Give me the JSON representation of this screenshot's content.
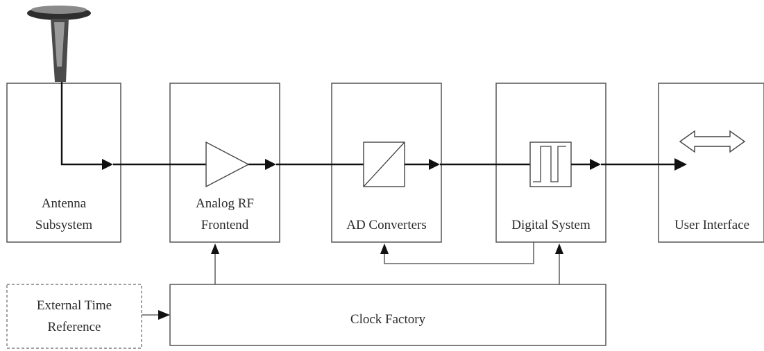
{
  "blocks": {
    "antenna": {
      "line1": "Antenna",
      "line2": "Subsystem"
    },
    "rf": {
      "line1": "Analog RF",
      "line2": "Frontend"
    },
    "adc": {
      "label": "AD Converters"
    },
    "digital": {
      "label": "Digital System"
    },
    "ui": {
      "label": "User Interface"
    },
    "clock": {
      "label": "Clock Factory"
    },
    "ext": {
      "line1": "External Time",
      "line2": "Reference"
    }
  },
  "icons": [
    "antenna-icon",
    "amplifier-icon",
    "converter-icon",
    "clock-pulse-icon",
    "bidirectional-arrow-icon"
  ],
  "colors": {
    "line": "#111111",
    "border": "#555555"
  }
}
